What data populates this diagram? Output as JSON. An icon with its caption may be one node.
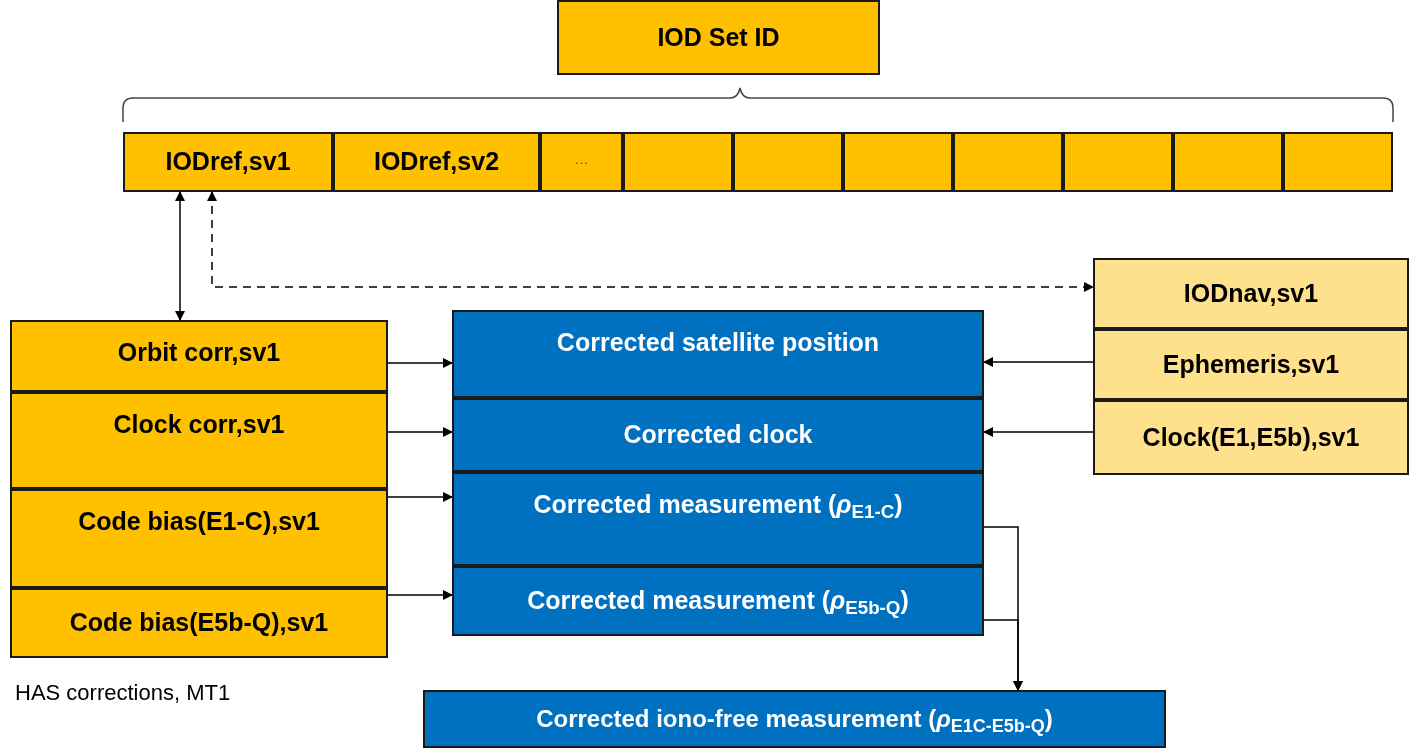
{
  "diagram": {
    "nodes": [
      {
        "text": [
          "IOD Set ID"
        ]
      },
      {
        "text": [
          "IODref,sv1"
        ]
      },
      {
        "text": [
          "IODref,sv2"
        ]
      },
      {
        "text": [
          "···"
        ]
      },
      {
        "text": [],
        "shape": "box"
      },
      {
        "text": [],
        "shape": "box"
      },
      {
        "text": [],
        "shape": "box"
      },
      {
        "text": [],
        "shape": "box"
      },
      {
        "text": [],
        "shape": "box"
      },
      {
        "text": [],
        "shape": "box"
      },
      {
        "text": [],
        "shape": "box"
      },
      {
        "text": [
          "Orbit corr,sv1"
        ]
      },
      {
        "text": [
          "Clock corr,sv1"
        ]
      },
      {
        "text": [
          "Code bias(E1-C),sv1"
        ]
      },
      {
        "text": [
          "Code bias(E5b-Q),sv1"
        ]
      },
      {
        "text": [
          "Corrected satellite position"
        ]
      },
      {
        "text": [
          "Corrected clock"
        ]
      },
      {
        "text": [
          "Corrected measurement (*ρ*$_{E1-C}$)"
        ]
      },
      {
        "text": [
          "Corrected measurement (*ρ*$_{E5b-Q}$)"
        ]
      },
      {
        "text": [
          "Corrected iono-free measurement (*ρ*$_{E1C-E5b-Q}$)"
        ]
      },
      {
        "text": [
          "IODnav,sv1"
        ]
      },
      {
        "text": [
          "Ephemeris,sv1"
        ]
      },
      {
        "text": [
          "Clock(E1,E5b),sv1"
        ]
      }
    ],
    "edges": [
      {
        "from": 1,
        "to": 11,
        "arrow": "both"
      },
      {
        "from": 1,
        "to": 20,
        "arrow": "both",
        "style": "dashed"
      },
      {
        "from": 11,
        "to": 15,
        "arrow": "to"
      },
      {
        "from": 12,
        "to": 16,
        "arrow": "to"
      },
      {
        "from": 13,
        "to": 17,
        "arrow": "to"
      },
      {
        "from": 14,
        "to": 18,
        "arrow": "to"
      },
      {
        "from": 21,
        "to": 15,
        "arrow": "to"
      },
      {
        "from": 22,
        "to": 16,
        "arrow": "to"
      },
      {
        "from": 17,
        "to": 19,
        "arrow": "to"
      },
      {
        "from": 18,
        "to": 19,
        "arrow": "to"
      }
    ],
    "labels": [
      "HAS corrections, MT1"
    ]
  }
}
